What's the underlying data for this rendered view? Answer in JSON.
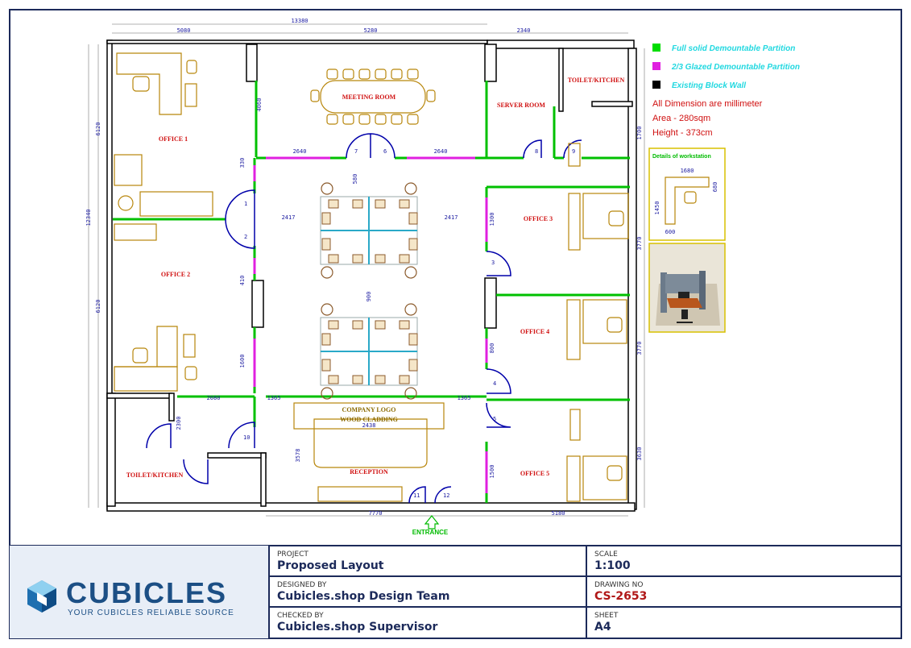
{
  "legend": {
    "items": [
      {
        "label": "Full solid Demountable Partition",
        "color": "#00dd00"
      },
      {
        "label": "2/3 Glazed Demountable Partition",
        "color": "#e020e0"
      },
      {
        "label": "Existing Block Wall",
        "color": "#000000"
      }
    ],
    "notes": [
      "All Dimension are millimeter",
      "Area  -  280sqm",
      "Height  -  373cm"
    ]
  },
  "rooms": {
    "office1": "OFFICE 1",
    "office2": "OFFICE 2",
    "office3": "OFFICE 3",
    "office4": "OFFICE 4",
    "office5": "OFFICE 5",
    "meeting": "MEETING ROOM",
    "server": "SERVER ROOM",
    "toilet_top": "TOILET/KITCHEN",
    "toilet_bottom": "TOILET/KITCHEN",
    "reception": "RECEPTION",
    "logo_wall_1": "COMPANY LOGO",
    "logo_wall_2": "WOOD CLADDING",
    "entrance": "ENTRANCE"
  },
  "dimensions": {
    "top_total": "13380",
    "top_left": "5080",
    "top_mid": "5280",
    "top_right": "2340",
    "left_total": "12340",
    "left_upper": "6120",
    "left_lower": "6120",
    "meeting_h": "4060",
    "corr_left": "2640",
    "corr_right": "2640",
    "mid_left": "2417",
    "mid_right": "2417",
    "gap_top": "580",
    "gap_mid": "900",
    "bottom_left": "2080",
    "bottom_mid_l": "1365",
    "bottom_mid_r": "1365",
    "bottom_total_l": "7770",
    "bottom_total_r": "5180",
    "reception_w": "2438",
    "reception_h": "3578",
    "right_a": "1700",
    "right_b": "3770",
    "right_c": "3770",
    "right_d": "3630",
    "toilet_h": "2300",
    "p1": "330",
    "p2": "410",
    "p3": "1600",
    "p4": "1300",
    "p5": "800",
    "p6": "1500"
  },
  "doors": [
    "1",
    "2",
    "3",
    "4",
    "5",
    "6",
    "7",
    "8",
    "9",
    "10",
    "11",
    "12"
  ],
  "workstation": {
    "title": "Details of workstation",
    "dim_w": "1680",
    "dim_d": "680",
    "dim_h": "1450",
    "dim_b": "600"
  },
  "title_block": {
    "logo_text": "CUBICLES",
    "tagline": "YOUR CUBICLES RELIABLE SOURCE",
    "project_label": "PROJECT",
    "project_value": "Proposed Layout",
    "designed_label": "DESIGNED BY",
    "designed_value": "Cubicles.shop Design Team",
    "checked_label": "CHECKED BY",
    "checked_value": "Cubicles.shop Supervisor",
    "scale_label": "SCALE",
    "scale_value": "1:100",
    "drawing_label": "DRAWING NO",
    "drawing_value": "CS-2653",
    "sheet_label": "SHEET",
    "sheet_value": "A4"
  }
}
